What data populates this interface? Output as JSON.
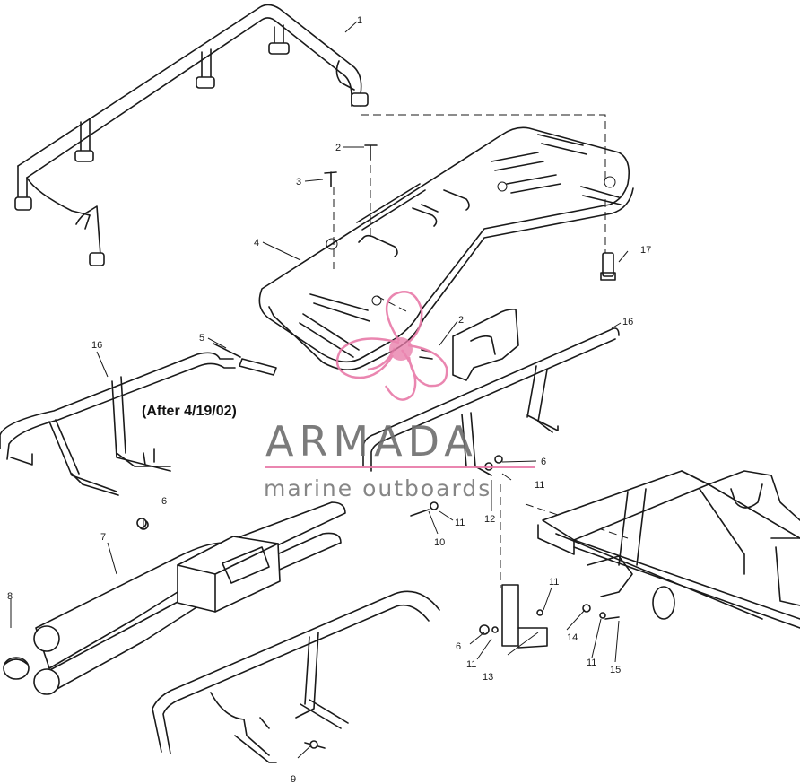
{
  "note": "(After 4/19/02)",
  "watermark": {
    "brand": "ARMADA",
    "tagline": "marine outboards",
    "accent_color": "#e87aa8",
    "text_color": "#6d6d6d"
  },
  "callouts": {
    "c1": "1",
    "c2a": "2",
    "c2b": "2",
    "c3": "3",
    "c4": "4",
    "c5": "5",
    "c6a": "6",
    "c6b": "6",
    "c6c": "6",
    "c7": "7",
    "c8": "8",
    "c9": "9",
    "c10": "10",
    "c11a": "11",
    "c11b": "11",
    "c11c": "11",
    "c11d": "11",
    "c11e": "11",
    "c12": "12",
    "c13": "13",
    "c14": "14",
    "c15": "15",
    "c16a": "16",
    "c16b": "16",
    "c17": "17"
  }
}
